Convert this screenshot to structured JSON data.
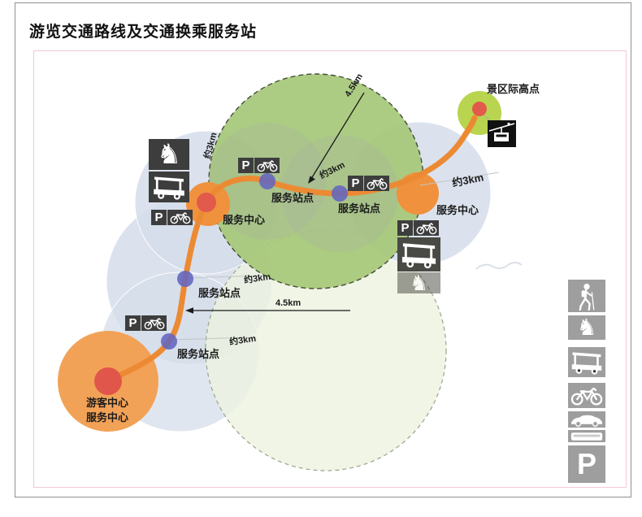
{
  "title": "游览交通路线及交通换乘服务站",
  "nodes": {
    "summit": {
      "label": "景区际高点"
    },
    "left_center": {
      "label": "服务中心"
    },
    "right_center": {
      "label": "服务中心"
    },
    "visitor_center": {
      "label_line1": "游客中心",
      "label_line2": "服务中心"
    },
    "stations": [
      {
        "label": "服务站点"
      },
      {
        "label": "服务站点"
      },
      {
        "label": "服务站点"
      },
      {
        "label": "服务站点"
      }
    ]
  },
  "distances": {
    "green_radius": "4.5km",
    "arrow_mid": "约3km",
    "left_edge": "约3km",
    "summit_leg": "约3km",
    "station3": "约3km",
    "station4": "约3km",
    "route_span": "4.5km"
  },
  "icons": {
    "parking_letter": "P"
  },
  "legend": {
    "items": [
      {
        "name": "hiker"
      },
      {
        "name": "horse"
      },
      {
        "name": "shuttle-cart"
      },
      {
        "name": "bicycle"
      },
      {
        "name": "car"
      },
      {
        "name": "bus"
      },
      {
        "name": "parking",
        "label": "P"
      }
    ]
  },
  "colors": {
    "route": "#ec8a33",
    "service_radius_green": "#a7c87b",
    "service_radius_blue": "#d8e0ec",
    "pale_green_zone": "#ecf3e0",
    "center_orange": "#f0913d",
    "visitor_orange": "#f2a257",
    "node_red": "#e05a4d",
    "station_purple": "#6365bf",
    "summit_green": "#b9d44f",
    "icon_dark": "#3d3d3d",
    "legend_gray": "#9e9e9e",
    "frame_pink": "#f2c8d4",
    "frame_gray": "#8f8f8f"
  }
}
